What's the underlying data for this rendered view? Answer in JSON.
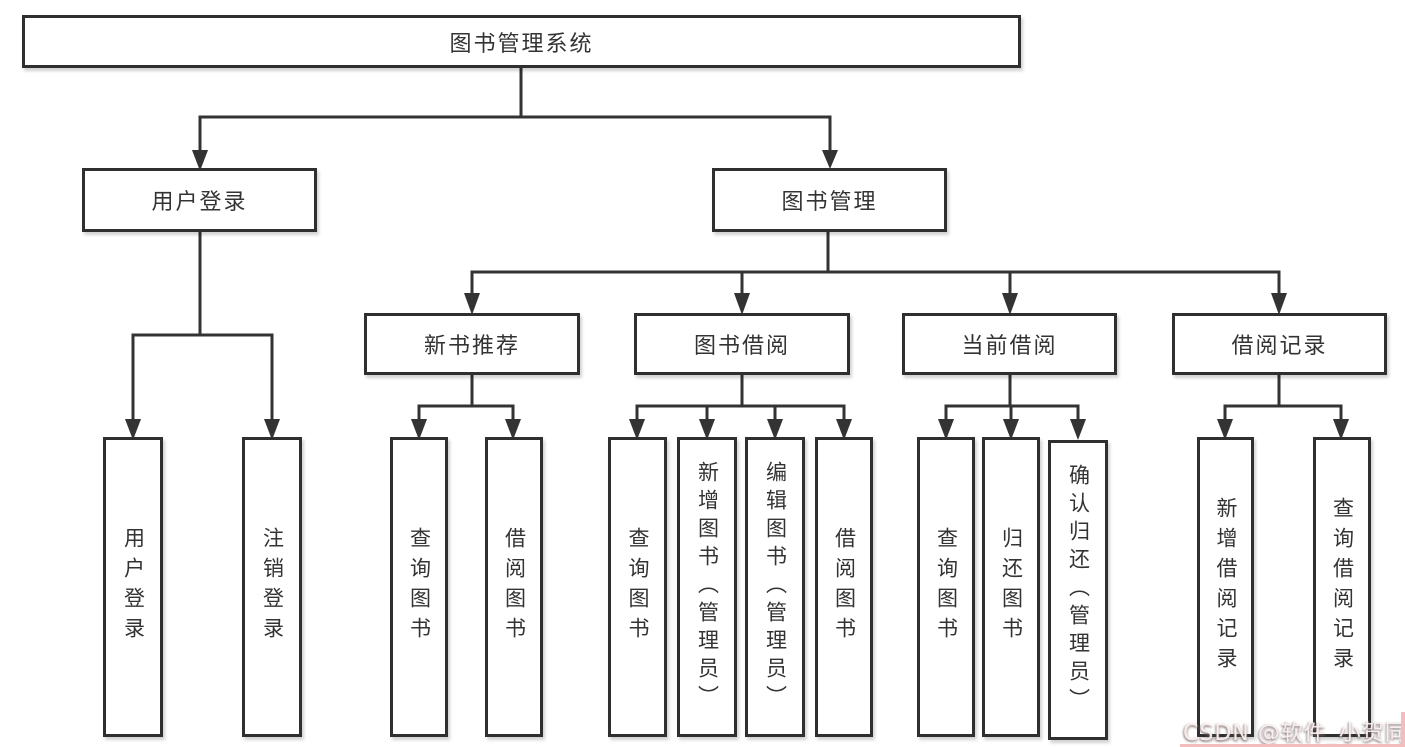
{
  "diagram": {
    "root": {
      "label": "图书管理系统"
    },
    "children": [
      {
        "label": "用户登录",
        "children": [
          {
            "label": "用户登录"
          },
          {
            "label": "注销登录"
          }
        ]
      },
      {
        "label": "图书管理",
        "children": [
          {
            "label": "新书推荐",
            "children": [
              {
                "label": "查询图书"
              },
              {
                "label": "借阅图书"
              }
            ]
          },
          {
            "label": "图书借阅",
            "children": [
              {
                "label": "查询图书"
              },
              {
                "label": "新增图书（管理员）"
              },
              {
                "label": "编辑图书（管理员）"
              },
              {
                "label": "借阅图书"
              }
            ]
          },
          {
            "label": "当前借阅",
            "children": [
              {
                "label": "查询图书"
              },
              {
                "label": "归还图书"
              },
              {
                "label": "确认归还（管理员）"
              }
            ]
          },
          {
            "label": "借阅记录",
            "children": [
              {
                "label": "新增借阅记录"
              },
              {
                "label": "查询借阅记录"
              }
            ]
          }
        ]
      }
    ]
  },
  "watermark": {
    "text": "CSDN @软件_小贺同学"
  },
  "colors": {
    "line": "#333333",
    "box_border": "#2f2f2f",
    "text": "#333333",
    "background": "#ffffff",
    "page_edge_pink": "#f3bdbd"
  }
}
